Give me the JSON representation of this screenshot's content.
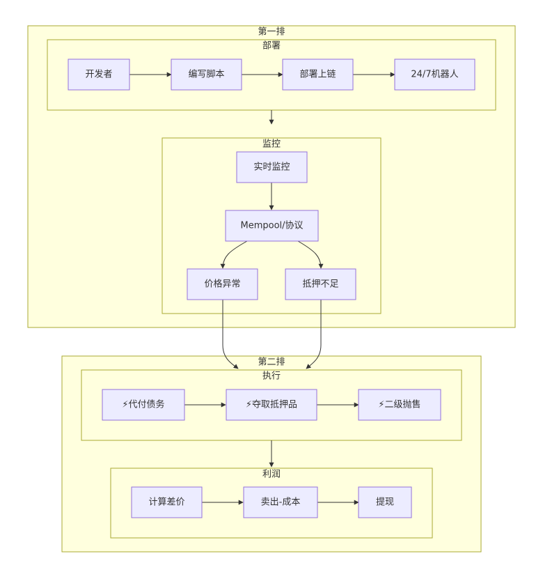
{
  "groups": {
    "row1": {
      "label": "第一排"
    },
    "deploy": {
      "label": "部署"
    },
    "monitor": {
      "label": "监控"
    },
    "row2": {
      "label": "第二排"
    },
    "execute": {
      "label": "执行"
    },
    "profit": {
      "label": "利润"
    }
  },
  "nodes": {
    "developer": {
      "label": "开发者"
    },
    "write_script": {
      "label": "编写脚本"
    },
    "deploy_onchain": {
      "label": "部署上链"
    },
    "bot_247": {
      "label": "24/7机器人"
    },
    "realtime_monitor": {
      "label": "实时监控"
    },
    "mempool": {
      "label": "Mempool/协议"
    },
    "price_anomaly": {
      "label": "价格异常"
    },
    "undercollateral": {
      "label": "抵押不足"
    },
    "repay_debt": {
      "label": "⚡代付债务"
    },
    "seize_collateral": {
      "label": "⚡夺取抵押品"
    },
    "secondary_sell": {
      "label": "⚡二级抛售"
    },
    "calc_spread": {
      "label": "计算差价"
    },
    "sell_minus_cost": {
      "label": "卖出-成本"
    },
    "withdraw": {
      "label": "提现"
    }
  },
  "colors": {
    "cluster_fill": "#ffffde",
    "cluster_stroke": "#aaaa33",
    "node_fill": "#ececff",
    "node_stroke": "#9370db",
    "edge": "#333333",
    "bolt": "#f5b800"
  }
}
